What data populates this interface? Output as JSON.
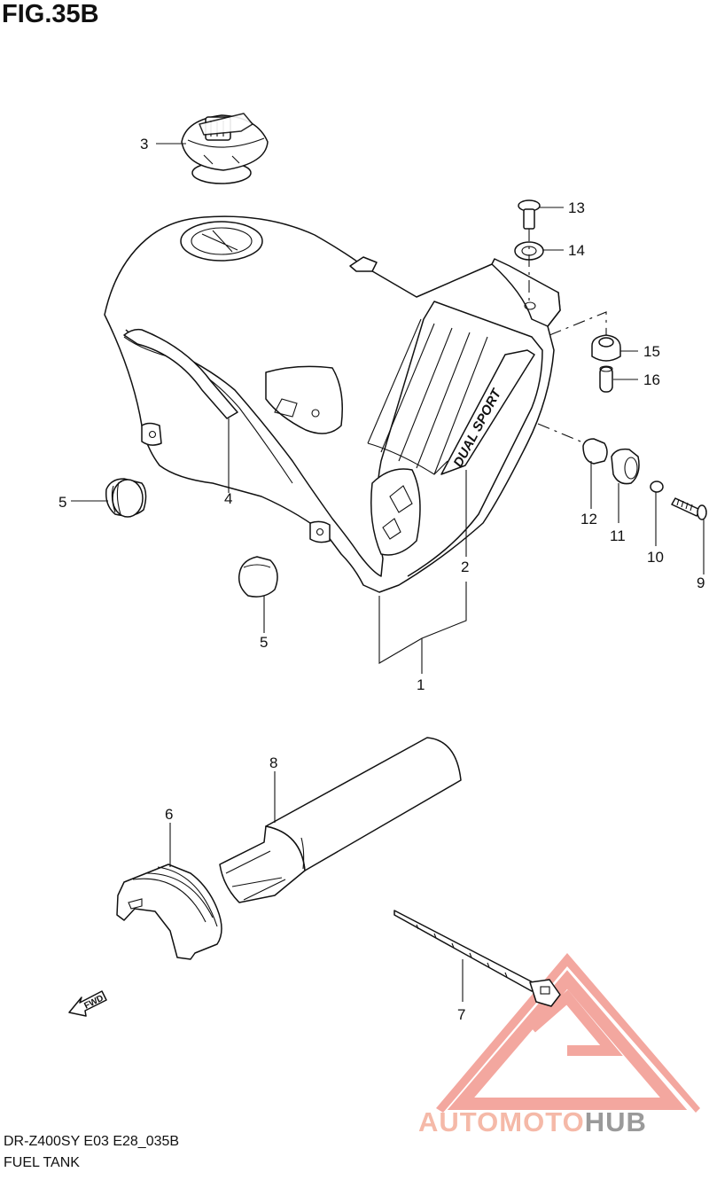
{
  "figure": {
    "title": "FIG.35B",
    "model_code": "DR-Z400SY E03 E28_035B",
    "caption": "FUEL TANK"
  },
  "decal_text": "DUAL SPORT",
  "fwd_label": "FWD",
  "callouts": [
    "1",
    "2",
    "3",
    "4",
    "5",
    "5",
    "6",
    "7",
    "8",
    "9",
    "10",
    "11",
    "12",
    "13",
    "14",
    "15",
    "16"
  ],
  "watermark": {
    "part1": "AUTOMOTO",
    "part2": "HUB",
    "colors": {
      "logo": "#f08a80",
      "text_light": "#f5b9a8",
      "text_dark": "#9a9a9a"
    }
  }
}
